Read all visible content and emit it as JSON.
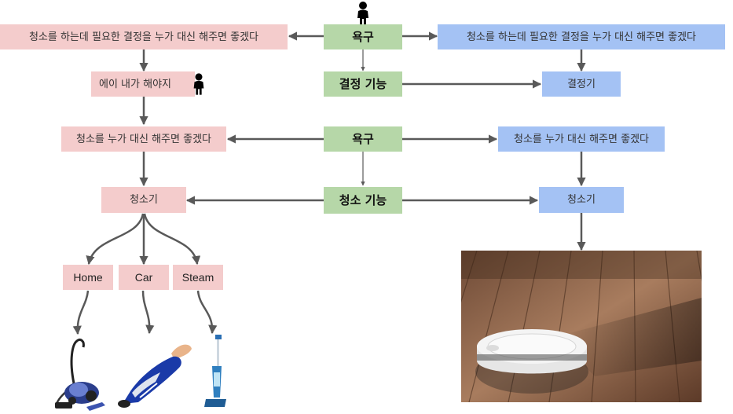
{
  "colors": {
    "pink": "#f4cccc",
    "blue": "#a4c2f4",
    "green": "#b6d7a8",
    "arrow": "#595959"
  },
  "center": {
    "need1": "욕구",
    "decision_function": "결정 기능",
    "need2": "욕구",
    "cleaning_function": "청소 기능"
  },
  "left": {
    "wish_decision": "청소를 하는데 필요한 결정을 누가 대신 해주면 좋겠다",
    "must_do": "에이 내가 해야지",
    "wish_cleaning": "청소를 누가 대신 해주면 좋겠다",
    "cleaner": "청소기",
    "types": [
      "Home",
      "Car",
      "Steam"
    ]
  },
  "right": {
    "wish_decision": "청소를 하는데 필요한 결정을 누가 대신 해주면 좋겠다",
    "decider": "결정기",
    "wish_cleaning": "청소를 누가 대신 해주면 좋겠다",
    "cleaner": "청소기"
  },
  "icons": {
    "top_person": "person-icon",
    "must_do_person": "person-icon"
  }
}
